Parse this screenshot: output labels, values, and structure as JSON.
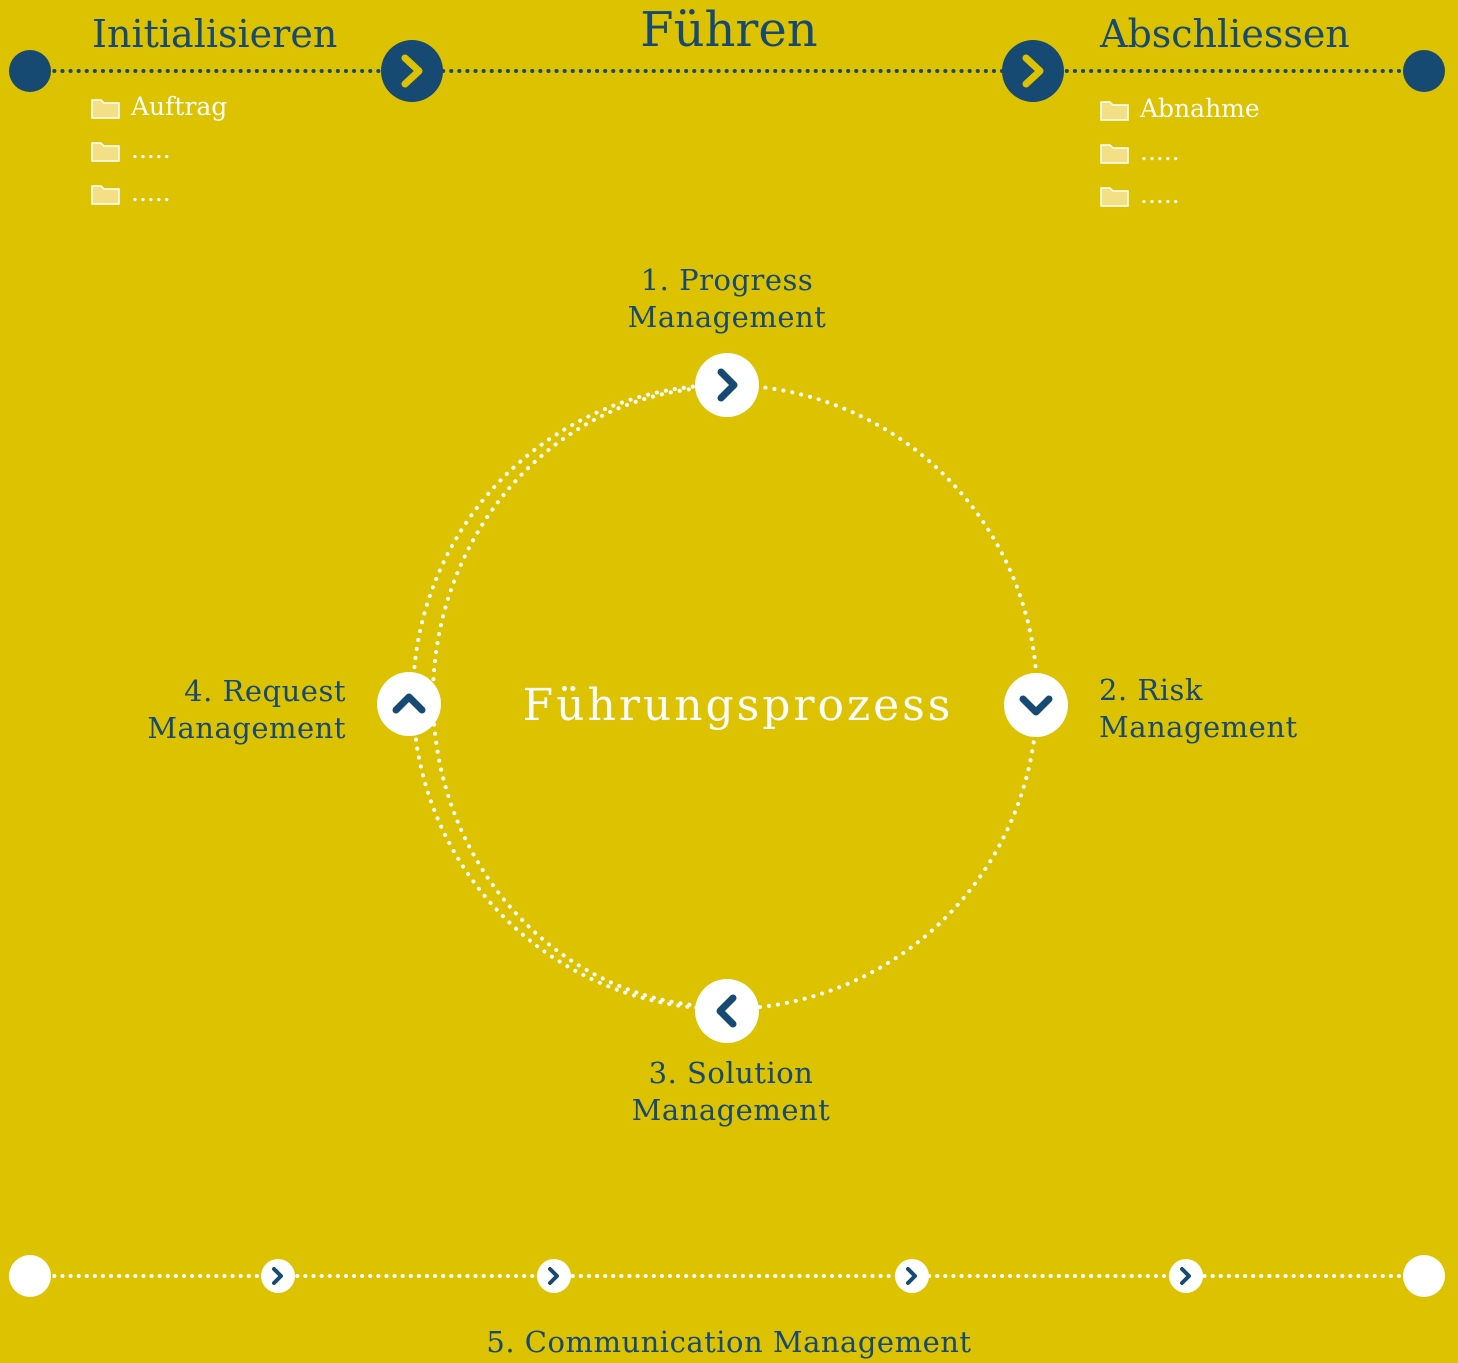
{
  "colors": {
    "background": "#dcc200",
    "navy": "#164a72",
    "white": "#ffffff",
    "folder": "#f3df86"
  },
  "phases": {
    "start": {
      "title": "Initialisieren",
      "docs": [
        "Auftrag",
        ".....",
        "....."
      ]
    },
    "main": {
      "title": "Führen"
    },
    "end": {
      "title": "Abschliessen",
      "docs": [
        "Abnahme",
        ".....",
        "....."
      ]
    }
  },
  "cycle": {
    "center_label": "Führungsprozess",
    "steps": [
      {
        "line1": "1. Progress",
        "line2": "Management",
        "icon": "chevron-right-icon"
      },
      {
        "line1": "2. Risk",
        "line2": "Management",
        "icon": "chevron-down-icon"
      },
      {
        "line1": "3. Solution",
        "line2": "Management",
        "icon": "chevron-left-icon"
      },
      {
        "line1": "4. Request",
        "line2": "Management",
        "icon": "chevron-up-icon"
      }
    ]
  },
  "communication": {
    "label": "5. Communication Management"
  }
}
